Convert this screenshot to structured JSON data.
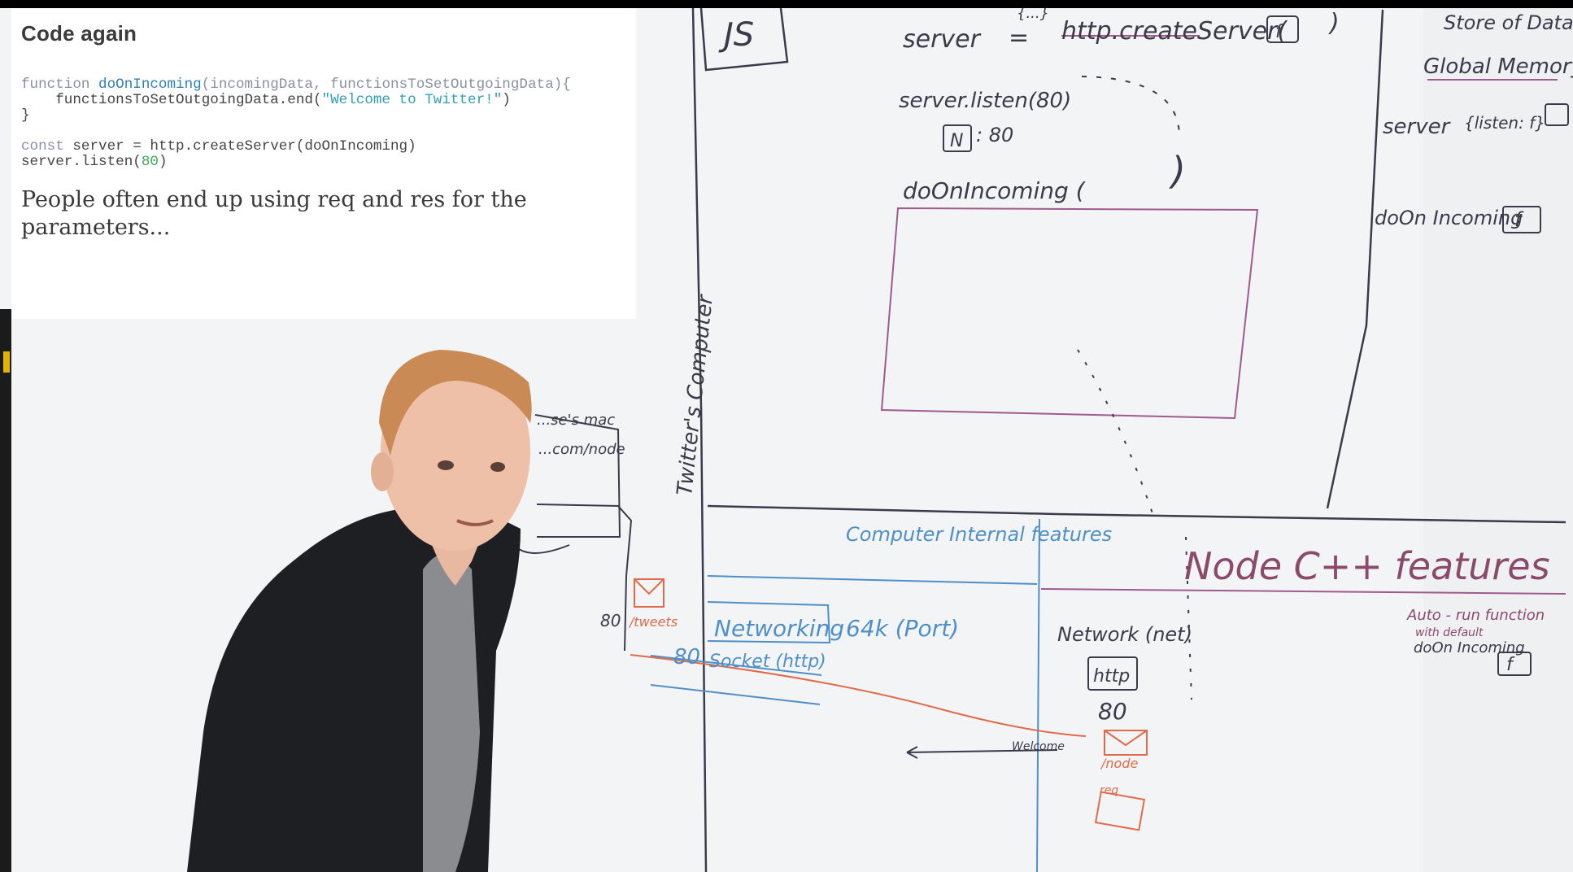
{
  "slide": {
    "title": "Code again",
    "code": {
      "line1_kw": "function ",
      "line1_fn": "doOnIncoming",
      "line1_open": "(",
      "line1_p1": "incomingData",
      "line1_comma": ", ",
      "line1_p2": "functionsToSetOutgoingData",
      "line1_close": "){",
      "line2_pre": "    functionsToSetOutgoingData.end(",
      "line2_str": "\"Welcome to Twitter!\"",
      "line2_post": ")",
      "line3": "}",
      "line4_kw": "const ",
      "line4_rest": "server = http.createServer(doOnIncoming)",
      "line5_pre": "server.listen(",
      "line5_num": "80",
      "line5_post": ")"
    },
    "note": "People often end up using req and res for the parameters..."
  },
  "whiteboard": {
    "js_box": "JS",
    "server_assign": "server",
    "equals": "=",
    "create_server": "http.createServer(",
    "create_server_arg": "f",
    "close_paren": ")",
    "braces": "{...}",
    "server_listen": "server.listen(80)",
    "n_box": "N",
    "n_port": ": 80",
    "do_on_incoming_call": "doOnIncoming (",
    "do_on_incoming_close": ")",
    "twitter_computer": "Twitter's Computer",
    "store_of_data": "Store of Data",
    "global_memory": "Global Memory",
    "mem_server": "server",
    "mem_server_value": "{listen: f}",
    "mem_do_on_incoming": "doOn Incoming",
    "mem_f": "f",
    "computer_internal_features": "Computer Internal features",
    "node_cpp_features": "Node C++ features",
    "networking": "Networking",
    "socket_http": "Socket (http)",
    "port_80": "80",
    "ports": "64k (Port)",
    "network_net": "Network (net)",
    "http_box": "http",
    "node_port": "80",
    "auto_run": "Auto - run function",
    "auto_run_sub": "with default",
    "bottom_do_on_incoming": "doOn Incoming",
    "bottom_f": "f",
    "msg_label": "/node",
    "msg_label_left": "/tweets",
    "left_80": "80",
    "left_note": "...se's mac",
    "left_url": "...com/node",
    "arrow_label": "Welcome",
    "small_label": "req"
  },
  "colors": {
    "board": "#f4f5f6",
    "ink_dark": "#3a3a4a",
    "ink_blue": "#4f8fc8",
    "ink_purple": "#a05a8c",
    "ink_red": "#e06a4a",
    "ink_maroon": "#8b4a6a"
  }
}
